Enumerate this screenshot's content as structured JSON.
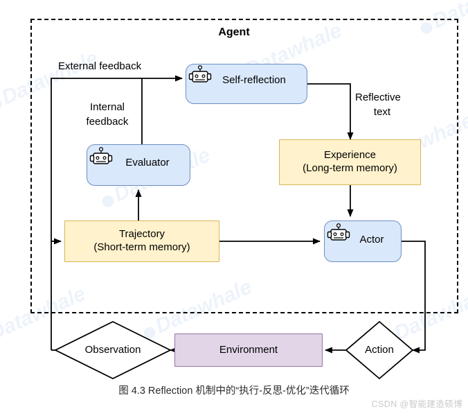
{
  "diagram": {
    "agent_container_label": "Agent",
    "nodes": [
      {
        "id": "self-reflection",
        "label": "Self-reflection",
        "shape": "rounded-rect",
        "fill": "#dae8fc",
        "stroke": "#6c8ebf",
        "icon": "robot-icon"
      },
      {
        "id": "evaluator",
        "label": "Evaluator",
        "shape": "rounded-rect",
        "fill": "#dae8fc",
        "stroke": "#6c8ebf",
        "icon": "robot-icon"
      },
      {
        "id": "experience",
        "label_line1": "Experience",
        "label_line2": "(Long-term memory)",
        "shape": "rect",
        "fill": "#fff2cc",
        "stroke": "#d6b656"
      },
      {
        "id": "trajectory",
        "label_line1": "Trajectory",
        "label_line2": "(Short-term memory)",
        "shape": "rect",
        "fill": "#fff2cc",
        "stroke": "#d6b656"
      },
      {
        "id": "actor",
        "label": "Actor",
        "shape": "rounded-rect",
        "fill": "#dae8fc",
        "stroke": "#6c8ebf",
        "icon": "robot-icon"
      },
      {
        "id": "environment",
        "label": "Environment",
        "shape": "rect",
        "fill": "#e1d5e7",
        "stroke": "#9673a6"
      },
      {
        "id": "observation",
        "label": "Observation",
        "shape": "diamond",
        "fill": "#ffffff",
        "stroke": "#000000"
      },
      {
        "id": "action",
        "label": "Action",
        "shape": "diamond",
        "fill": "#ffffff",
        "stroke": "#000000"
      }
    ],
    "edge_labels": [
      {
        "id": "external-feedback",
        "text": "External feedback"
      },
      {
        "id": "internal-feedback-line1",
        "text": "Internal"
      },
      {
        "id": "internal-feedback-line2",
        "text": "feedback"
      },
      {
        "id": "reflective-text-line1",
        "text": "Reflective"
      },
      {
        "id": "reflective-text-line2",
        "text": "text"
      }
    ],
    "watermarks": [
      {
        "text": "Datawhale"
      }
    ]
  },
  "caption": {
    "text": "图 4.3 Reflection 机制中的“执行-反思-优化”迭代循环"
  },
  "footer_watermark": {
    "text": "CSDN @智能建造硕博"
  }
}
